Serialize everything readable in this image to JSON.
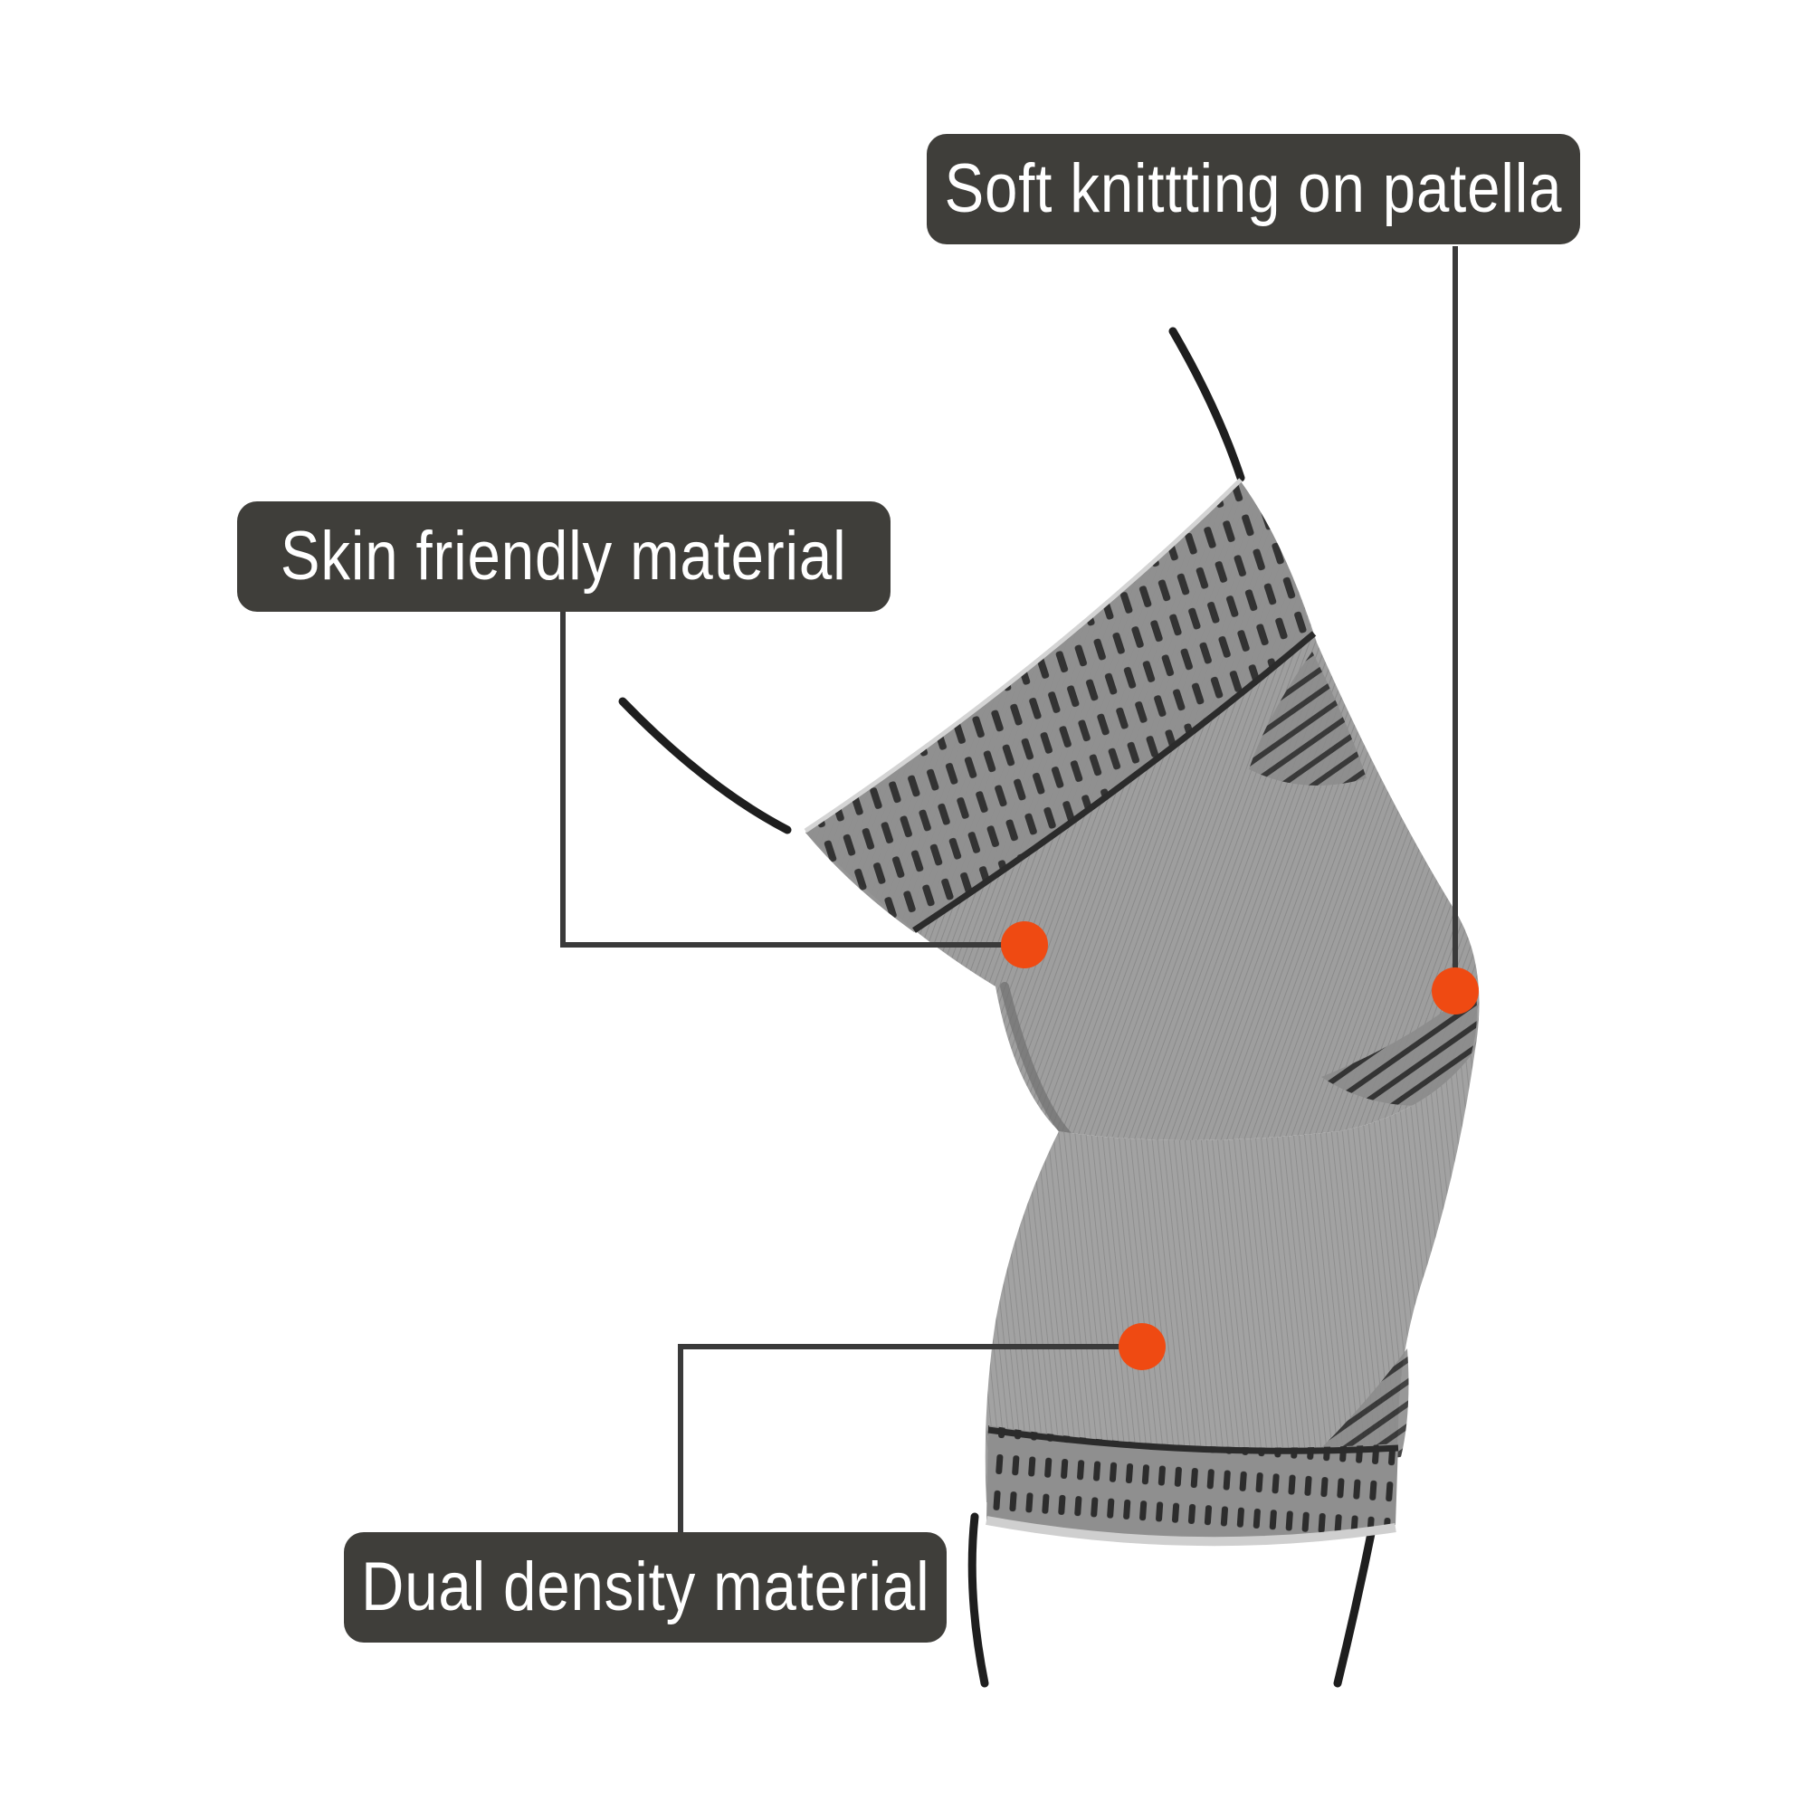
{
  "callouts": {
    "patella": "Soft knittting on patella",
    "skin": "Skin friendly material",
    "dual": "Dual density material"
  },
  "colors": {
    "callout_bg": "#3f3e3a",
    "callout_text": "#ffffff",
    "marker": "#ef4a12",
    "leader_line": "#3a3a3a",
    "sleeve_gray": "#9b9b9b",
    "sleeve_dark": "#7d7d7d",
    "stripe": "#2a2a2a",
    "leg_outline": "#1e1e1e"
  },
  "icons": {
    "marker": "orange-dot-icon"
  }
}
